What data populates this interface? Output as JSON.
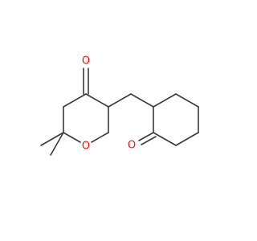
{
  "molecule": {
    "atoms": {
      "o_ketone_ring": "O",
      "o_ether": "O",
      "o_ketone_cyclohexyl": "O"
    },
    "colors": {
      "bond": "#3a3a3a",
      "oxygen": "#ff0d0d",
      "background": "#ffffff"
    }
  }
}
